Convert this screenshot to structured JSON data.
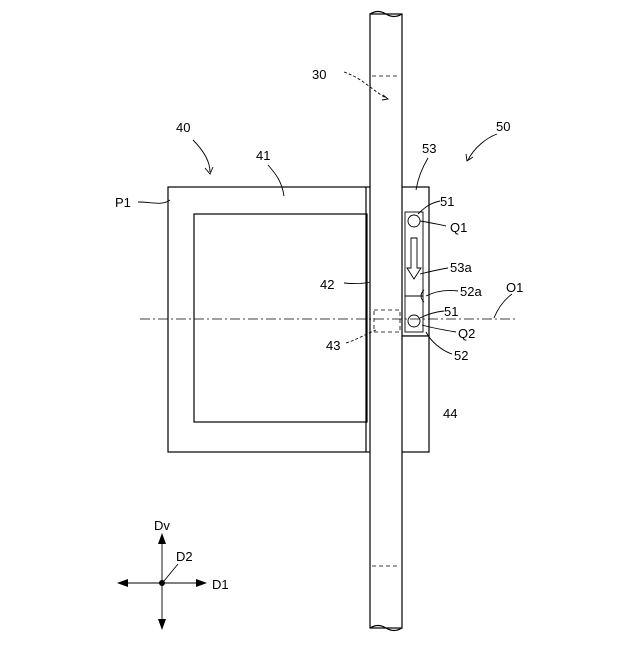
{
  "labels": {
    "shaft": "30",
    "unit_left": "40",
    "unit_right": "50",
    "frame": "41",
    "inner_part": "42",
    "hole": "43",
    "lower_plate": "44",
    "upper_plate": "53",
    "pin_upper": "51",
    "pin_lower": "51",
    "slot": "52",
    "slot_edge": "52a",
    "plate_edge": "53a",
    "point_p1": "P1",
    "point_q1": "Q1",
    "point_q2": "Q2",
    "axis_o1": "O1"
  },
  "axes": {
    "vertical": "Dv",
    "depth": "D2",
    "horizontal": "D1"
  }
}
